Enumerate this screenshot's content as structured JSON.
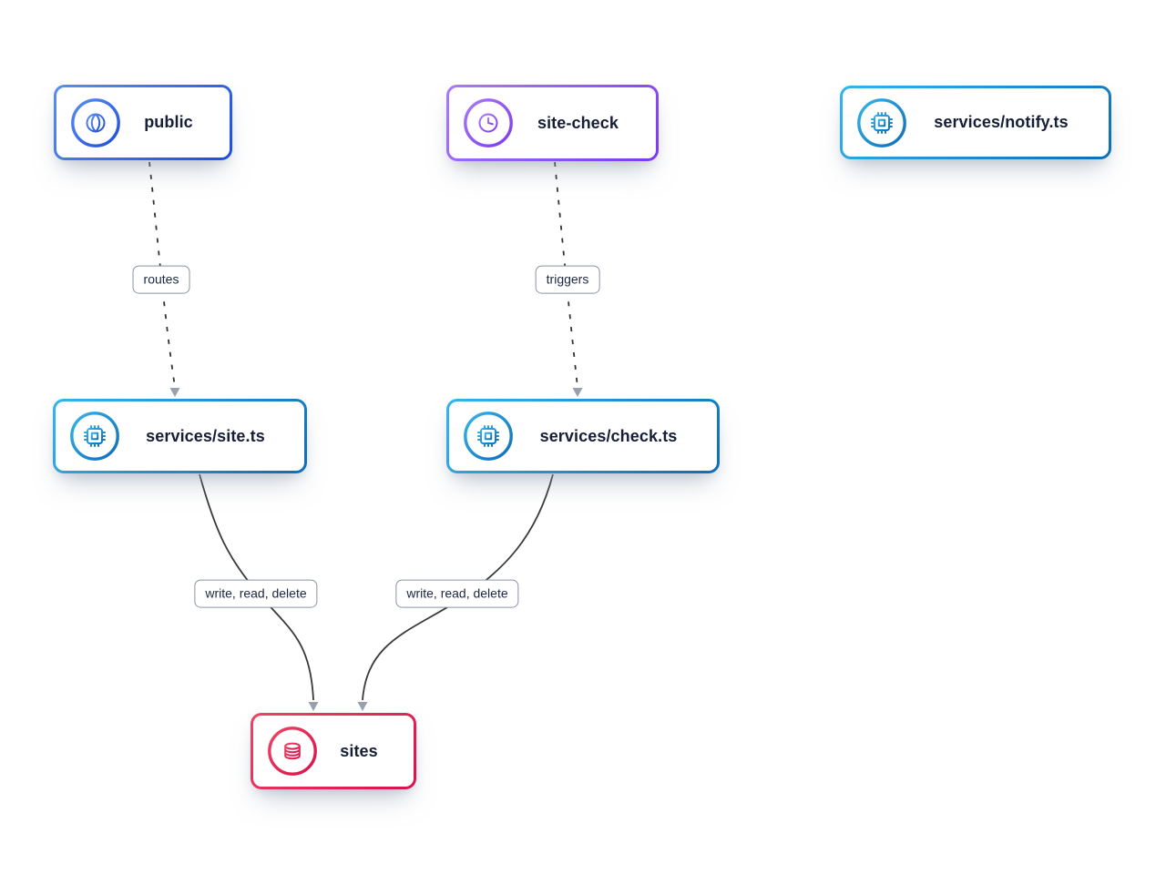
{
  "diagram": {
    "title": "service-dependency-diagram",
    "nodes": [
      {
        "id": "public",
        "label": "public",
        "icon": "globe-icon",
        "kind": "entry",
        "color_light": "#5b8ef0",
        "color_dark": "#1e4ed8"
      },
      {
        "id": "site-check",
        "label": "site-check",
        "icon": "clock-icon",
        "kind": "scheduler",
        "color_light": "#a87bf7",
        "color_dark": "#7c3aed"
      },
      {
        "id": "services/notify.ts",
        "label": "services/notify.ts",
        "icon": "cpu-icon",
        "kind": "service",
        "color_light": "#36b5ea",
        "color_dark": "#0e6db6"
      },
      {
        "id": "services/site.ts",
        "label": "services/site.ts",
        "icon": "cpu-icon",
        "kind": "service",
        "color_light": "#36b5ea",
        "color_dark": "#0e6db6"
      },
      {
        "id": "services/check.ts",
        "label": "services/check.ts",
        "icon": "cpu-icon",
        "kind": "service",
        "color_light": "#36b5ea",
        "color_dark": "#0e6db6"
      },
      {
        "id": "sites",
        "label": "sites",
        "icon": "database-icon",
        "kind": "database",
        "color_light": "#ef4364",
        "color_dark": "#d8124e"
      }
    ],
    "edges": [
      {
        "from": "public",
        "to": "services/site.ts",
        "label": "routes",
        "style": "dashed"
      },
      {
        "from": "site-check",
        "to": "services/check.ts",
        "label": "triggers",
        "style": "dashed"
      },
      {
        "from": "services/site.ts",
        "to": "sites",
        "label": "write, read, delete",
        "style": "solid"
      },
      {
        "from": "services/check.ts",
        "to": "sites",
        "label": "write, read, delete",
        "style": "solid"
      }
    ],
    "colors": {
      "background": "#ffffff",
      "edge_line": "#333333",
      "arrowhead": "#9aa0ab",
      "edge_label_border": "#8b93a3",
      "text": "#171f38"
    }
  }
}
